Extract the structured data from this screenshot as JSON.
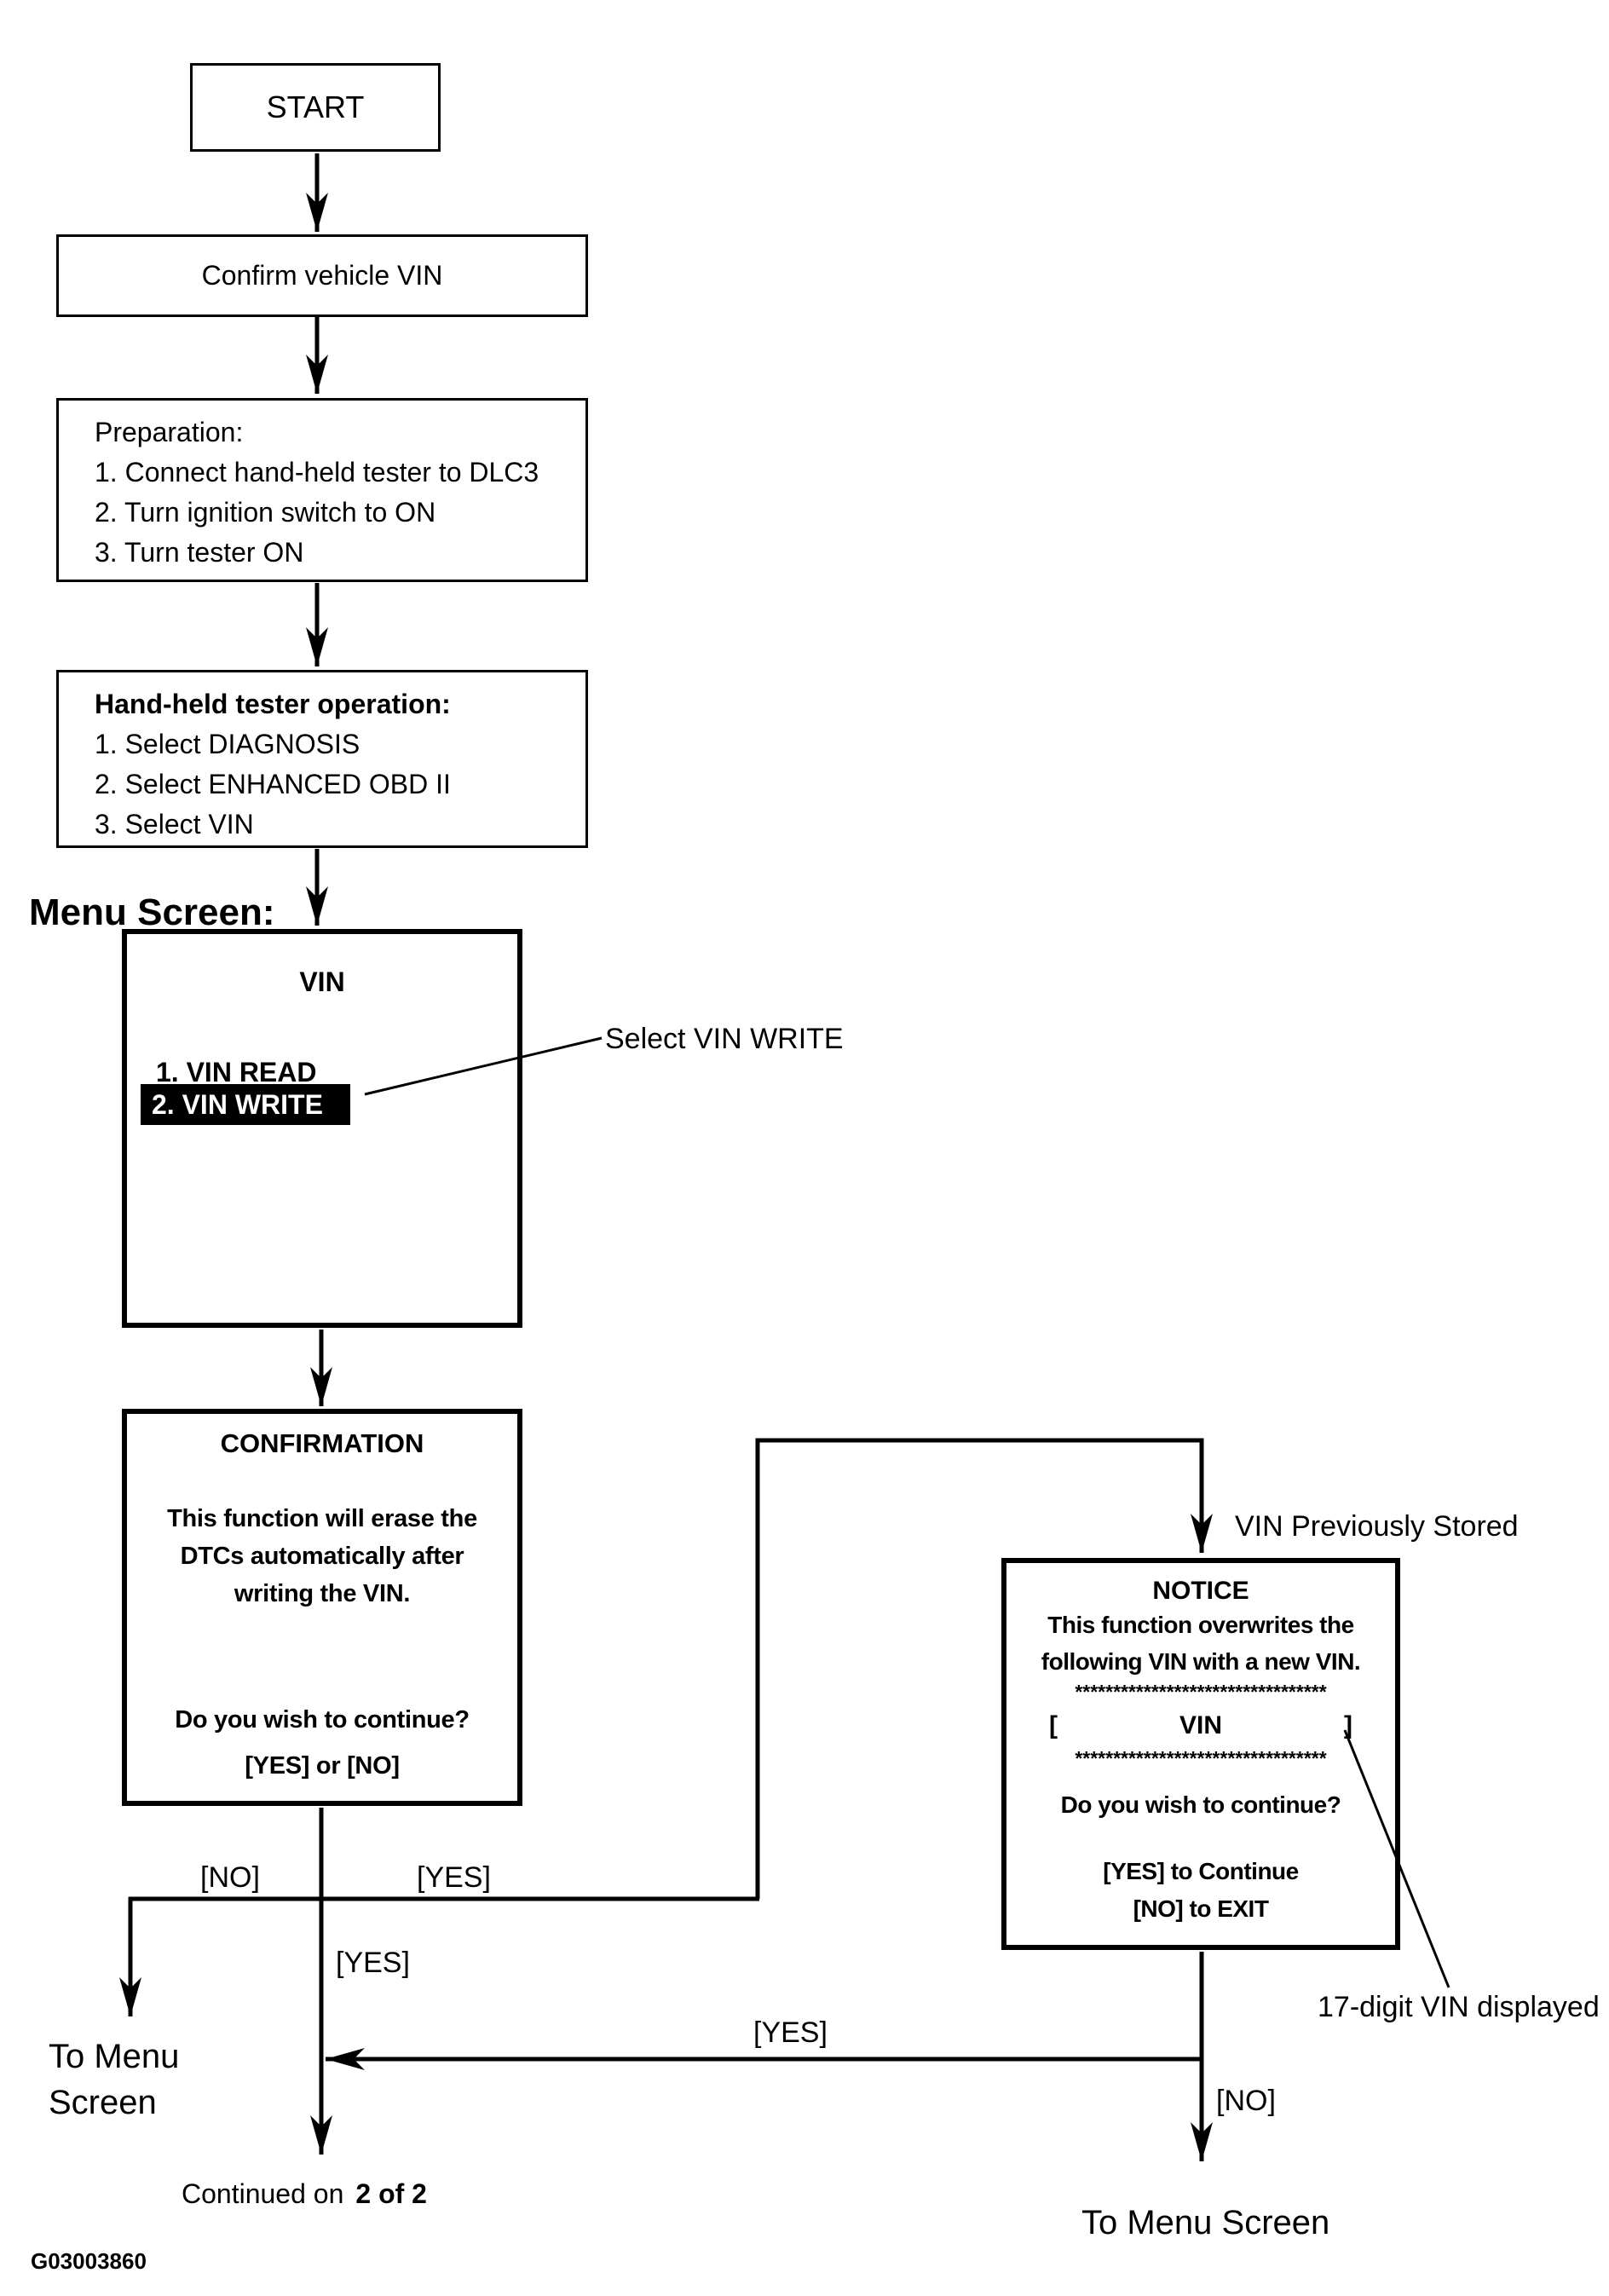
{
  "diagram": {
    "start_label": "START",
    "confirm_label": "Confirm vehicle VIN",
    "preparation": {
      "title": "Preparation:",
      "items": [
        "1. Connect hand-held tester to DLC3",
        "2. Turn ignition switch to ON",
        "3. Turn tester ON"
      ]
    },
    "tester_operation": {
      "title": "Hand-held tester operation:",
      "items": [
        "1. Select DIAGNOSIS",
        "2. Select ENHANCED OBD II",
        "3. Select VIN"
      ]
    },
    "menu_screen_label": "Menu Screen:",
    "vin_menu": {
      "title": "VIN",
      "item_read": "1. VIN READ",
      "item_write": "2. VIN WRITE"
    },
    "select_note": "Select VIN WRITE",
    "confirmation": {
      "title": "CONFIRMATION",
      "line1": "This function will erase the",
      "line2": "DTCs automatically after",
      "line3": "writing the VIN.",
      "question": "Do you wish to continue?",
      "options": "[YES] or [NO]"
    },
    "vin_stored_note": "VIN Previously Stored",
    "notice": {
      "title": "NOTICE",
      "line1": "This function overwrites the",
      "line2": "following VIN with a new VIN.",
      "stars1": "*********************************",
      "bracket_open": "[",
      "vin_label": "VIN",
      "bracket_close": "]",
      "stars2": "*********************************",
      "question": "Do you wish to continue?",
      "yes_line": "[YES] to Continue",
      "no_line": "[NO] to EXIT"
    },
    "digit_note": "17-digit VIN displayed",
    "branch_labels": {
      "no_left": "[NO]",
      "yes_right": "[YES]",
      "yes_center": "[YES]",
      "yes_merge": "[YES]",
      "no_bottom": "[NO]"
    },
    "to_menu_left_line1": "To Menu",
    "to_menu_left_line2": "Screen",
    "to_menu_right": "To Menu Screen",
    "continued_prefix": "Continued on",
    "continued_page": "2 of 2",
    "figure_id": "G03003860",
    "colors": {
      "ink": "#000000",
      "highlight_bg": "#000000",
      "highlight_text": "#ffffff"
    }
  }
}
